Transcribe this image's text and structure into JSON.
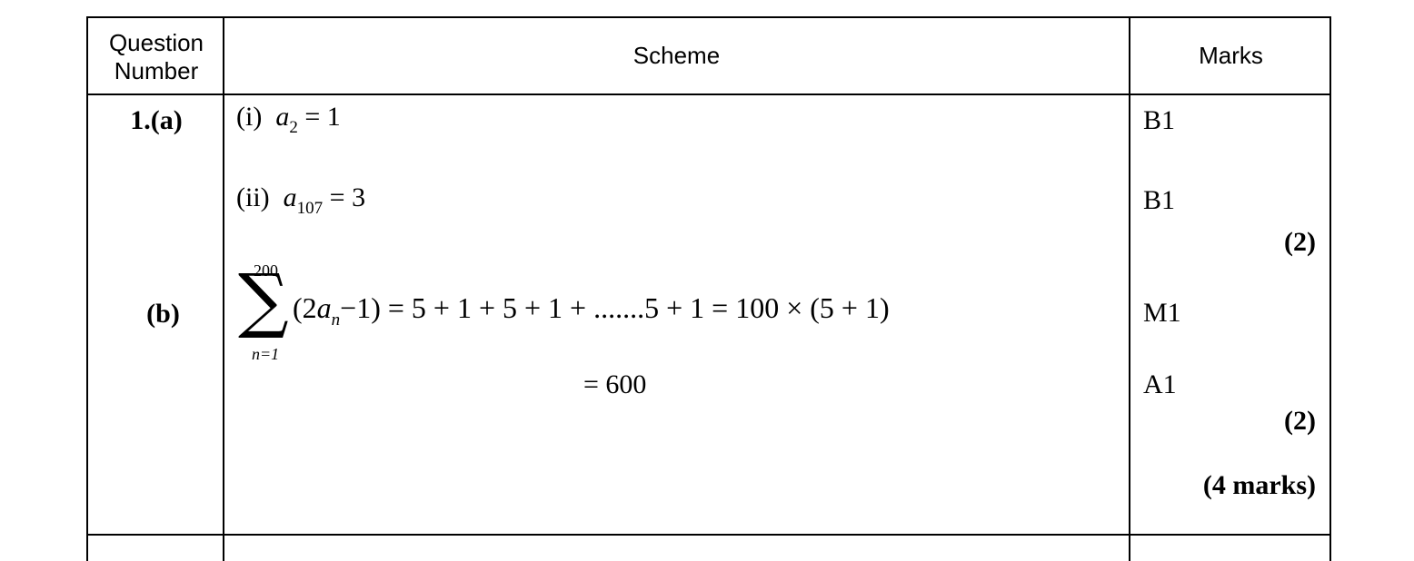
{
  "header": {
    "question_number": "Question\nNumber",
    "scheme": "Scheme",
    "marks": "Marks"
  },
  "question": {
    "label_a": "1.(a)",
    "label_b": "(b)"
  },
  "scheme": {
    "a_i_prefix": "(i)",
    "a_i_var": "a",
    "a_i_sub": "2",
    "a_i_rhs": "= 1",
    "a_ii_prefix": "(ii)",
    "a_ii_var": "a",
    "a_ii_sub": "107",
    "a_ii_rhs": "= 3",
    "b_sum_upper": "200",
    "b_sum_lower": "n=1",
    "b_sum_symbol": "∑",
    "b_expr_open": "(2",
    "b_expr_var": "a",
    "b_expr_sub": "n",
    "b_expr_rest": "−1) = 5 + 1 + 5 + 1 + .......5 + 1 = 100 × (5 + 1)",
    "b_result": "= 600"
  },
  "marks": {
    "a_i": "B1",
    "a_ii": "B1",
    "a_total": "(2)",
    "b_m": "M1",
    "b_a": "A1",
    "b_total": "(2)",
    "grand_total": "(4 marks)"
  }
}
